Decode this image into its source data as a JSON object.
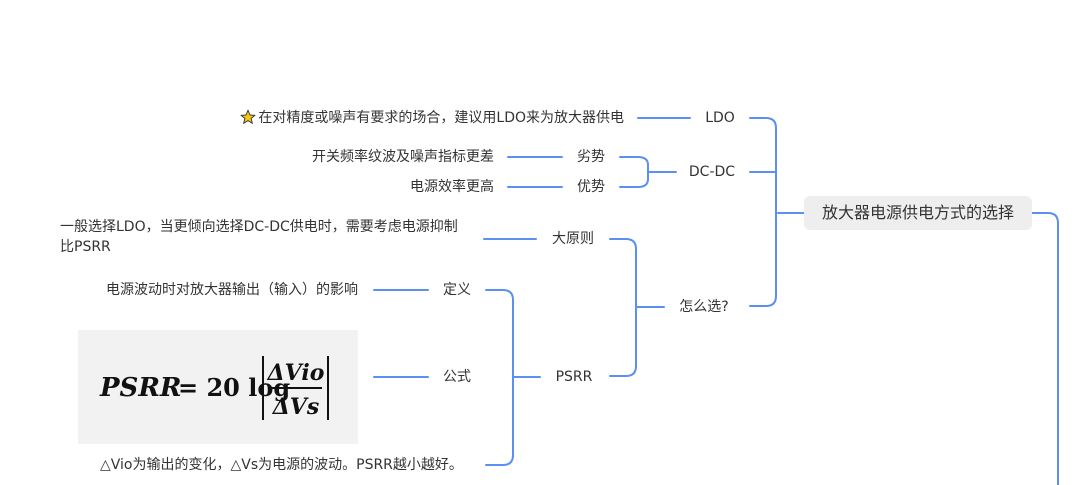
{
  "root": {
    "label": "放大器电源供电方式的选择"
  },
  "ldo": {
    "label": "LDO",
    "note": "在对精度或噪声有要求的场合，建议用LDO来为放大器供电",
    "note_icon": "star-icon"
  },
  "dcdc": {
    "label": "DC-DC",
    "disadvantage": {
      "label": "劣势",
      "text": "开关频率纹波及噪声指标更差"
    },
    "advantage": {
      "label": "优势",
      "text": "电源效率更高"
    }
  },
  "how": {
    "label": "怎么选?",
    "principle": {
      "label": "大原则",
      "text_line1": "一般选择LDO，当更倾向选择DC-DC供电时，需要考虑电源抑制",
      "text_line2": "比PSRR"
    },
    "psrr": {
      "label": "PSRR",
      "definition": {
        "label": "定义",
        "text": "电源波动时对放大器输出（输入）的影响"
      },
      "formula": {
        "label": "公式",
        "lhs": "PSRR",
        "eq": "= 20 log",
        "num": "ΔVio",
        "den": "ΔVs"
      },
      "note": "△Vio为输出的变化，△Vs为电源的波动。PSRR越小越好。"
    }
  },
  "colors": {
    "connector": "#5b8ff0",
    "root_bg": "#eeeeee",
    "text": "#333333",
    "star": "#f5c518"
  }
}
